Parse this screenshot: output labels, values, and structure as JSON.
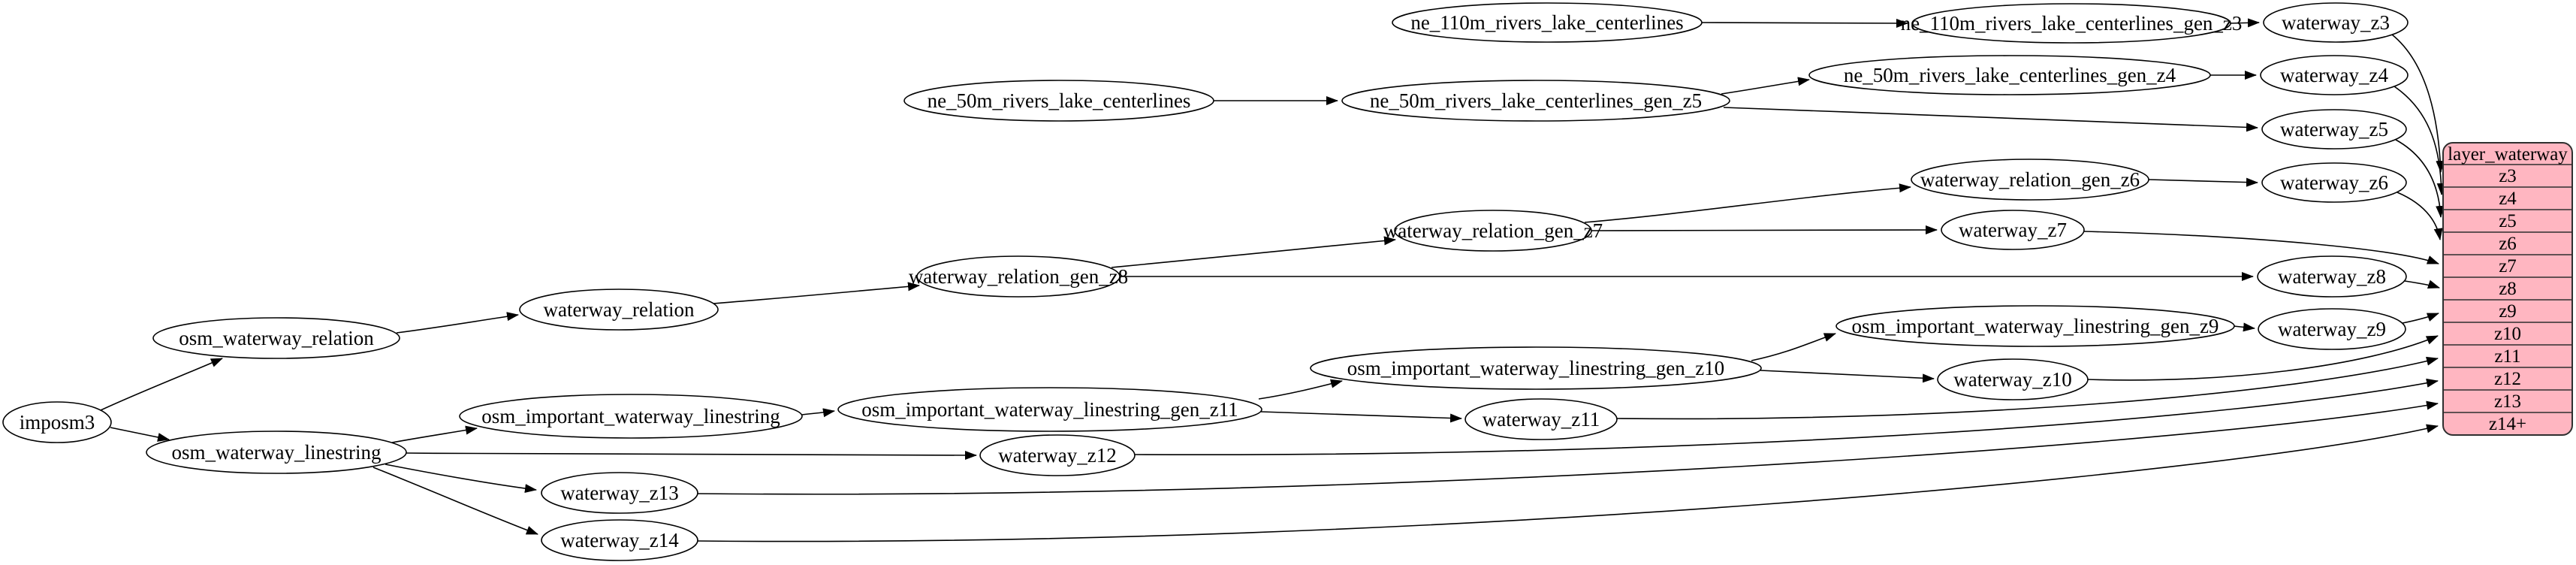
{
  "diagram": {
    "title": "waterway layer ETL graph",
    "background_color": "#ffffff",
    "node_fill": "#ffffff",
    "node_stroke": "#000000",
    "edge_color": "#000000",
    "table_fill": "#FFB6C1",
    "table_stroke": "#2f2f2f"
  },
  "nodes": [
    {
      "id": "imposm3",
      "label": "imposm3"
    },
    {
      "id": "osm_waterway_relation",
      "label": "osm_waterway_relation"
    },
    {
      "id": "osm_waterway_linestring",
      "label": "osm_waterway_linestring"
    },
    {
      "id": "waterway_relation",
      "label": "waterway_relation"
    },
    {
      "id": "waterway_relation_gen_z8",
      "label": "waterway_relation_gen_z8"
    },
    {
      "id": "waterway_relation_gen_z7",
      "label": "waterway_relation_gen_z7"
    },
    {
      "id": "waterway_relation_gen_z6",
      "label": "waterway_relation_gen_z6"
    },
    {
      "id": "ne_110m_rivers_lake_centerlines",
      "label": "ne_110m_rivers_lake_centerlines"
    },
    {
      "id": "ne_110m_rivers_lake_centerlines_gen_z3",
      "label": "ne_110m_rivers_lake_centerlines_gen_z3"
    },
    {
      "id": "waterway_z3",
      "label": "waterway_z3"
    },
    {
      "id": "ne_50m_rivers_lake_centerlines",
      "label": "ne_50m_rivers_lake_centerlines"
    },
    {
      "id": "ne_50m_rivers_lake_centerlines_gen_z5",
      "label": "ne_50m_rivers_lake_centerlines_gen_z5"
    },
    {
      "id": "ne_50m_rivers_lake_centerlines_gen_z4",
      "label": "ne_50m_rivers_lake_centerlines_gen_z4"
    },
    {
      "id": "waterway_z4",
      "label": "waterway_z4"
    },
    {
      "id": "waterway_z5",
      "label": "waterway_z5"
    },
    {
      "id": "waterway_z6",
      "label": "waterway_z6"
    },
    {
      "id": "waterway_z7",
      "label": "waterway_z7"
    },
    {
      "id": "waterway_z8",
      "label": "waterway_z8"
    },
    {
      "id": "waterway_z9",
      "label": "waterway_z9"
    },
    {
      "id": "osm_important_waterway_linestring",
      "label": "osm_important_waterway_linestring"
    },
    {
      "id": "osm_important_waterway_linestring_gen_z11",
      "label": "osm_important_waterway_linestring_gen_z11"
    },
    {
      "id": "osm_important_waterway_linestring_gen_z10",
      "label": "osm_important_waterway_linestring_gen_z10"
    },
    {
      "id": "osm_important_waterway_linestring_gen_z9",
      "label": "osm_important_waterway_linestring_gen_z9"
    },
    {
      "id": "waterway_z10",
      "label": "waterway_z10"
    },
    {
      "id": "waterway_z11",
      "label": "waterway_z11"
    },
    {
      "id": "waterway_z12",
      "label": "waterway_z12"
    },
    {
      "id": "waterway_z13",
      "label": "waterway_z13"
    },
    {
      "id": "waterway_z14",
      "label": "waterway_z14"
    }
  ],
  "table": {
    "title": "layer_waterway",
    "rows": [
      "z3",
      "z4",
      "z5",
      "z6",
      "z7",
      "z8",
      "z9",
      "z10",
      "z11",
      "z12",
      "z13",
      "z14+"
    ]
  },
  "edges": [
    [
      "imposm3",
      "osm_waterway_relation"
    ],
    [
      "imposm3",
      "osm_waterway_linestring"
    ],
    [
      "osm_waterway_relation",
      "waterway_relation"
    ],
    [
      "waterway_relation",
      "waterway_relation_gen_z8"
    ],
    [
      "waterway_relation_gen_z8",
      "waterway_relation_gen_z7"
    ],
    [
      "waterway_relation_gen_z8",
      "waterway_z8"
    ],
    [
      "waterway_relation_gen_z7",
      "waterway_relation_gen_z6"
    ],
    [
      "waterway_relation_gen_z7",
      "waterway_z7"
    ],
    [
      "waterway_relation_gen_z6",
      "waterway_z6"
    ],
    [
      "ne_110m_rivers_lake_centerlines",
      "ne_110m_rivers_lake_centerlines_gen_z3"
    ],
    [
      "ne_110m_rivers_lake_centerlines_gen_z3",
      "waterway_z3"
    ],
    [
      "ne_50m_rivers_lake_centerlines",
      "ne_50m_rivers_lake_centerlines_gen_z5"
    ],
    [
      "ne_50m_rivers_lake_centerlines_gen_z5",
      "ne_50m_rivers_lake_centerlines_gen_z4"
    ],
    [
      "ne_50m_rivers_lake_centerlines_gen_z5",
      "waterway_z5"
    ],
    [
      "ne_50m_rivers_lake_centerlines_gen_z4",
      "waterway_z4"
    ],
    [
      "osm_waterway_linestring",
      "osm_important_waterway_linestring"
    ],
    [
      "osm_waterway_linestring",
      "waterway_z12"
    ],
    [
      "osm_waterway_linestring",
      "waterway_z13"
    ],
    [
      "osm_waterway_linestring",
      "waterway_z14"
    ],
    [
      "osm_important_waterway_linestring",
      "osm_important_waterway_linestring_gen_z11"
    ],
    [
      "osm_important_waterway_linestring_gen_z11",
      "osm_important_waterway_linestring_gen_z10"
    ],
    [
      "osm_important_waterway_linestring_gen_z11",
      "waterway_z11"
    ],
    [
      "osm_important_waterway_linestring_gen_z10",
      "osm_important_waterway_linestring_gen_z9"
    ],
    [
      "osm_important_waterway_linestring_gen_z10",
      "waterway_z10"
    ],
    [
      "osm_important_waterway_linestring_gen_z9",
      "waterway_z9"
    ],
    [
      "waterway_z3",
      "layer_waterway:z3"
    ],
    [
      "waterway_z4",
      "layer_waterway:z4"
    ],
    [
      "waterway_z5",
      "layer_waterway:z5"
    ],
    [
      "waterway_z6",
      "layer_waterway:z6"
    ],
    [
      "waterway_z7",
      "layer_waterway:z7"
    ],
    [
      "waterway_z8",
      "layer_waterway:z8"
    ],
    [
      "waterway_z9",
      "layer_waterway:z9"
    ],
    [
      "waterway_z10",
      "layer_waterway:z10"
    ],
    [
      "waterway_z11",
      "layer_waterway:z11"
    ],
    [
      "waterway_z12",
      "layer_waterway:z12"
    ],
    [
      "waterway_z13",
      "layer_waterway:z13"
    ],
    [
      "waterway_z14",
      "layer_waterway:z14+"
    ]
  ]
}
